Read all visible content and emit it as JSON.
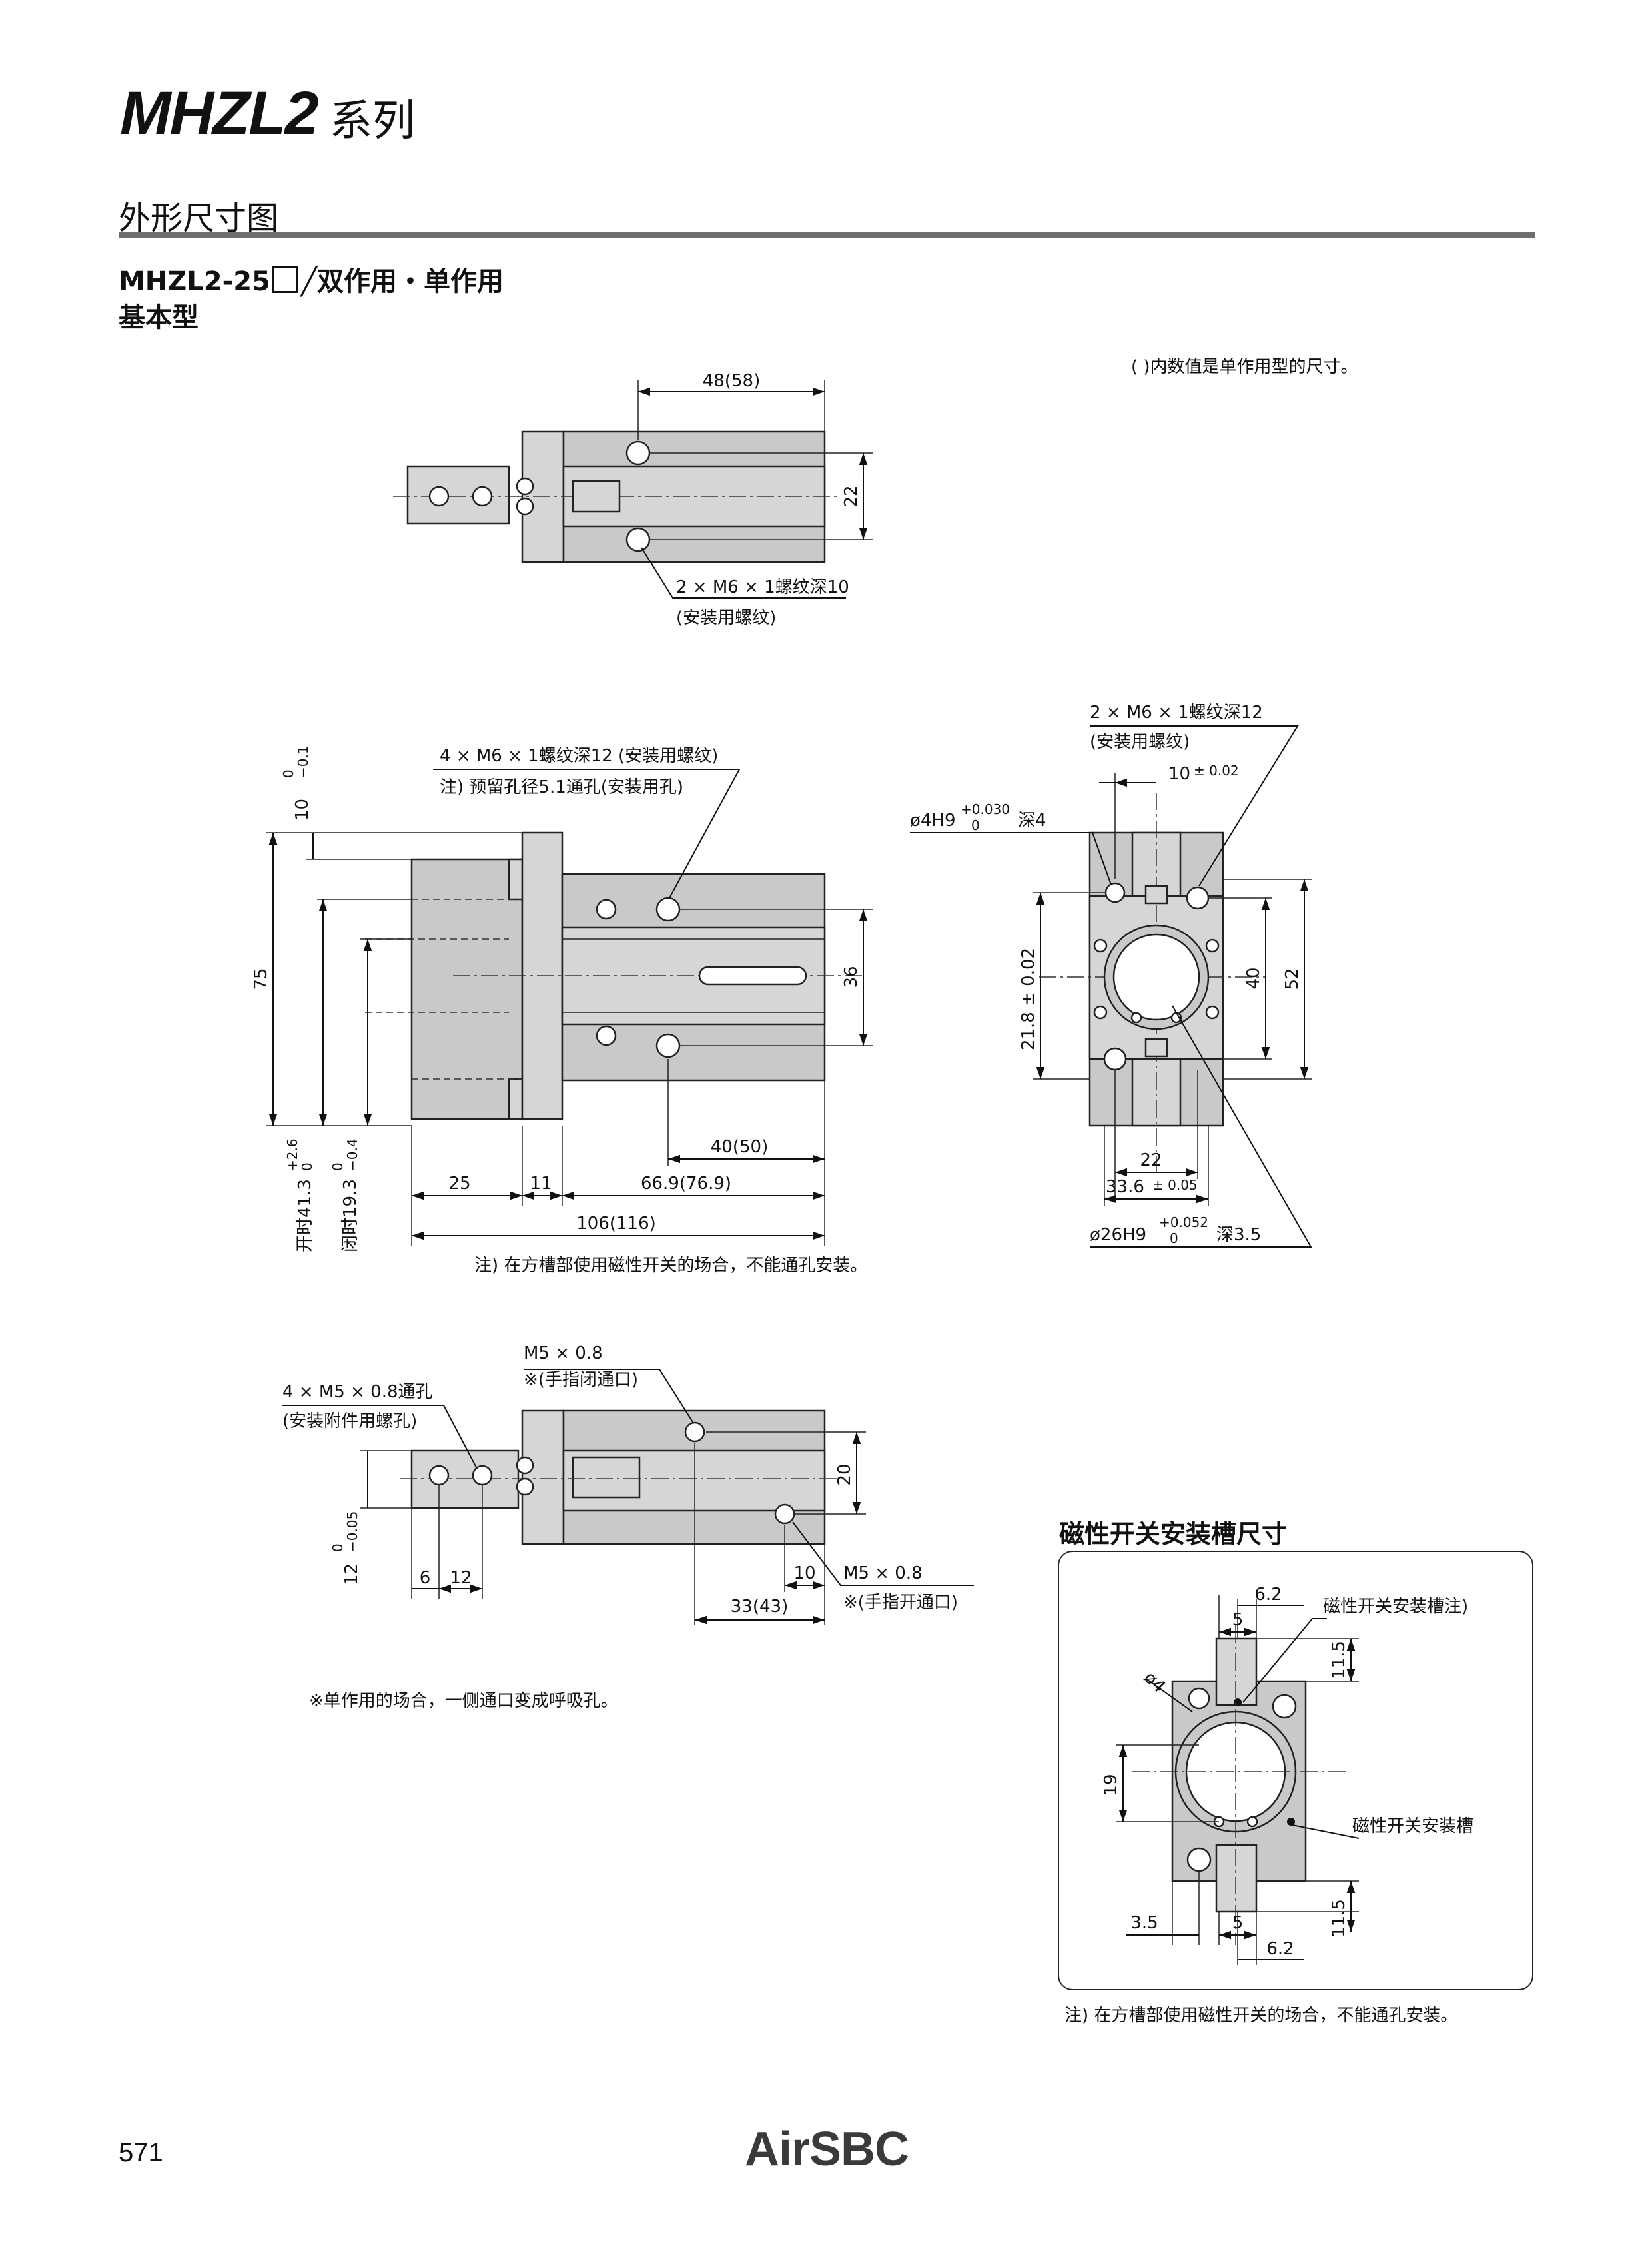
{
  "header": {
    "series_name": "MHZL2",
    "series_suffix": "系列"
  },
  "section": {
    "title": "外形尺寸图",
    "model": "MHZL2-25",
    "mode": "╱双作用・单作用",
    "type": "基本型",
    "paren_note": "(    )内数值是单作用型的尺寸。"
  },
  "top_view": {
    "dim_48": "48(58)",
    "dim_22": "22",
    "callout_line1": "2 × M6 × 1螺纹深10",
    "callout_line2": "(安装用螺纹)"
  },
  "front_view": {
    "callout_line1": "4 × M6 × 1螺纹深12 (安装用螺纹)",
    "callout_line2": "注) 预留孔径5.1通孔(安装用孔)",
    "tol_10": "10",
    "tol_10_upper": "0",
    "tol_10_lower": "−0.1",
    "dim_75": "75",
    "dim_36": "36",
    "dim_40_50": "40(50)",
    "dim_25": "25",
    "dim_11": "11",
    "dim_66_9": "66.9(76.9)",
    "dim_106": "106(116)",
    "open_label": "开时41.3",
    "open_upper": "+2.6",
    "open_lower": "0",
    "closed_label": "闭时19.3",
    "closed_upper": "0",
    "closed_lower": "−0.4",
    "note": "注) 在方槽部使用磁性开关的场合，不能通孔安装。"
  },
  "side_view": {
    "callout_line1": "2 × M6 × 1螺纹深12",
    "callout_line2": "(安装用螺纹)",
    "dim_10": "10",
    "dim_10_tol": "± 0.02",
    "phi4": "ø4H9",
    "phi4_upper": "+0.030",
    "phi4_lower": "0",
    "phi4_depth": "深4",
    "dim_40": "40",
    "dim_52": "52",
    "dim_21_8": "21.8 ± 0.02",
    "dim_22": "22",
    "dim_33_6": "33.6",
    "dim_33_6_tol": "± 0.05",
    "phi26": "ø26H9",
    "phi26_upper": "+0.052",
    "phi26_lower": "0",
    "phi26_depth": "深3.5"
  },
  "bottom_view": {
    "m5_top_line1": "M5 × 0.8",
    "m5_top_line2": "※(手指闭通口)",
    "callout_line1": "4 × M5 × 0.8通孔",
    "callout_line2": "(安装附件用螺孔)",
    "tol_12": "12",
    "tol_12_upper": "0",
    "tol_12_lower": "−0.05",
    "dim_6": "6",
    "dim_12": "12",
    "dim_20": "20",
    "dim_10": "10",
    "dim_33": "33(43)",
    "m5_bot_line1": "M5 × 0.8",
    "m5_bot_line2": "※(手指开通口)",
    "note": "※单作用的场合，一侧通口变成呼吸孔。"
  },
  "magnet": {
    "title": "磁性开关安装槽尺寸",
    "dim_6_2_top": "6.2",
    "dim_5_top": "5",
    "slot_label_note": "磁性开关安装槽注)",
    "dim_11_5_top": "11.5",
    "phi4": "ø4",
    "dim_19": "19",
    "slot_label": "磁性开关安装槽",
    "dim_3_5": "3.5",
    "dim_5_bot": "5",
    "dim_11_5_bot": "11.5",
    "dim_6_2_bot": "6.2",
    "note": "注) 在方槽部使用磁性开关的场合，不能通孔安装。"
  },
  "footer": {
    "page_number": "571",
    "brand": "AirSBC"
  }
}
